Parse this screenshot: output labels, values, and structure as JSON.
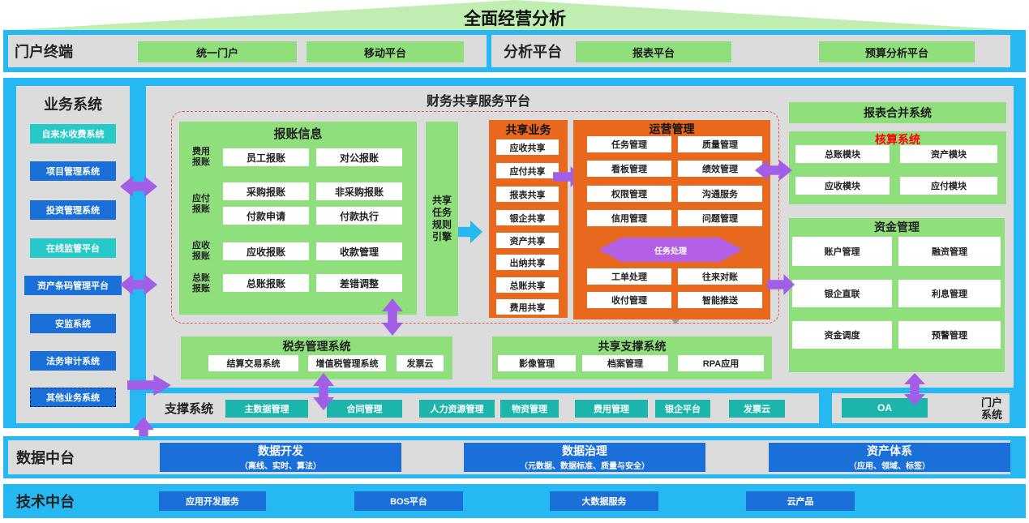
{
  "title": "全面经营分析",
  "portal_row": {
    "label": "门户终端",
    "items": [
      "统一门户",
      "移动平台"
    ],
    "analysis_label": "分析平台",
    "analysis_items": [
      "报表平台",
      "预算分析平台"
    ]
  },
  "business_systems": {
    "title": "业务系统",
    "items": [
      "自来水收费系统",
      "项目管理系统",
      "投资管理系统",
      "在线监管平台",
      "资产条码管理平台",
      "安监系统",
      "法务审计系统",
      "其他业务系统"
    ]
  },
  "fssc": {
    "title": "财务共享服务平台",
    "reimbursement": {
      "title": "报账信息",
      "rows": [
        {
          "label": "费用\n报账",
          "items": [
            "员工报账",
            "对公报账"
          ]
        },
        {
          "label": "应付\n报账",
          "items": [
            "采购报账",
            "非采购报账",
            "付款申请",
            "付款执行"
          ]
        },
        {
          "label": "应收\n报账",
          "items": [
            "应收报账",
            "收款管理"
          ]
        },
        {
          "label": "总账\n报账",
          "items": [
            "总账报账",
            "差错调整"
          ]
        }
      ]
    },
    "engine": "共享\n任务\n规则\n引擎",
    "shared_business": {
      "title": "共享业务",
      "items": [
        "应收共享",
        "应付共享",
        "报表共享",
        "银企共享",
        "资产共享",
        "出纳共享",
        "总账共享",
        "费用共享"
      ]
    },
    "operations": {
      "title": "运营管理",
      "top": [
        "任务管理",
        "质量管理",
        "看板管理",
        "绩效管理",
        "权限管理",
        "沟通服务",
        "信用管理",
        "问题管理"
      ],
      "center": "任务处理",
      "bottom": [
        "工单处理",
        "往来对账",
        "收付管理",
        "智能推送"
      ]
    },
    "tax": {
      "title": "税务管理系统",
      "items": [
        "结算交易系统",
        "增值税管理系统",
        "发票云"
      ]
    },
    "support_shared": {
      "title": "共享支撑系统",
      "items": [
        "影像管理",
        "档案管理",
        "RPA应用"
      ]
    }
  },
  "right": {
    "consolidation": "报表合并系统",
    "accounting": {
      "title": "核算系统",
      "items": [
        "总账模块",
        "资产模块",
        "应收模块",
        "应付模块"
      ]
    },
    "funds": {
      "title": "资金管理",
      "items": [
        "账户管理",
        "融资管理",
        "银企直联",
        "利息管理",
        "资金调度",
        "预警管理"
      ]
    }
  },
  "support_systems": {
    "label": "支撑系统",
    "items": [
      "主数据管理",
      "合同管理",
      "人力资源管理",
      "物资管理",
      "费用管理",
      "银企平台",
      "发票云"
    ]
  },
  "portal_system": {
    "oa": "OA",
    "label": "门户\n系统"
  },
  "data_platform": {
    "label": "数据中台",
    "items": [
      {
        "title": "数据开发",
        "sub": "（离线、实时、算法）"
      },
      {
        "title": "数据治理",
        "sub": "（元数据、数据标准、质量与安全）"
      },
      {
        "title": "资产体系",
        "sub": "（应用、领域、标签）"
      }
    ]
  },
  "tech_platform": {
    "label": "技术中台",
    "items": [
      "应用开发服务",
      "BOS平台",
      "大数据服务",
      "云产品"
    ]
  },
  "colors": {
    "frame_blue": "#26b8f2",
    "green": "#8fe07c",
    "orange": "#e8681e",
    "purple_arrow": "#a35ee8",
    "dark_blue": "#1a6fd8",
    "teal": "#1cb5ac",
    "red_title": "#ff0000"
  }
}
